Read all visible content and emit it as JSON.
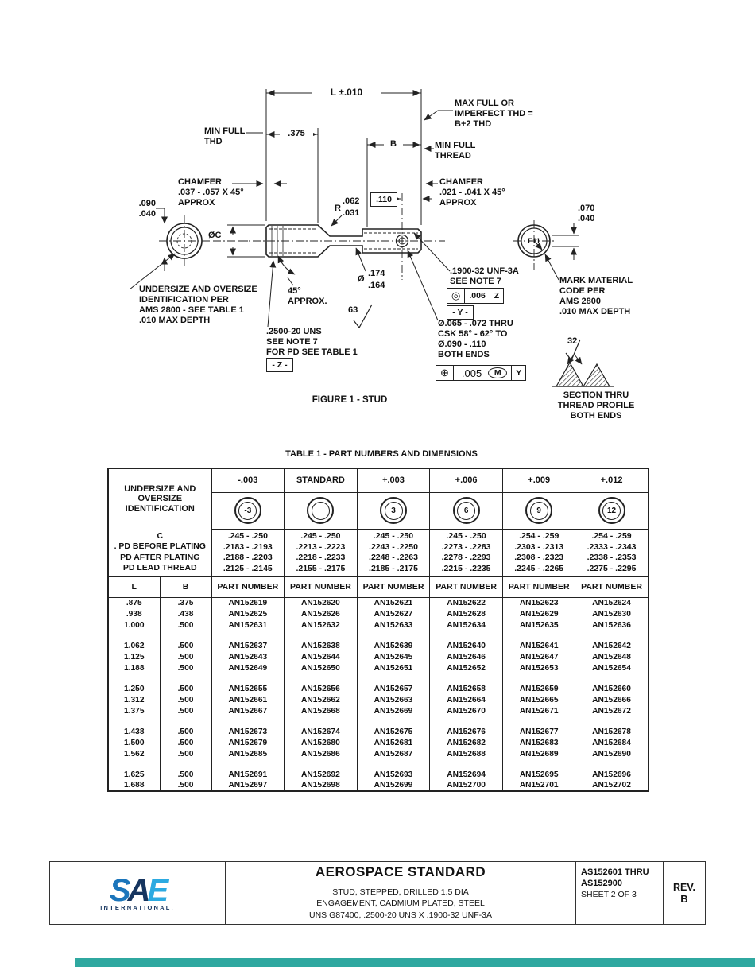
{
  "accent_bar_color": "#2fa8a0",
  "drawing": {
    "dim_L": "L ±.010",
    "max_full_thd": "MAX FULL OR\nIMPERFECT THD =\nB+2 THD",
    "min_full_thd_left": "MIN FULL\nTHD",
    "dim_375": ".375",
    "dim_B": "B",
    "min_full_thread_right": "MIN FULL\nTHREAD",
    "chamfer_left": "CHAMFER\n.037 - .057 X 45°\nAPPROX",
    "radius_letter": "R",
    "radius_max": ".062",
    "radius_min": ".031",
    "dim_110": ".110",
    "chamfer_right": "CHAMFER\n.021 - .041 X 45°\nAPPROX",
    "dim_090_040": ".090\n.040",
    "dim_070_040": ".070\n.040",
    "dia_C": "ØC",
    "mark_code": "E11",
    "undersize_note": "UNDERSIZE AND OVERSIZE\nIDENTIFICATION PER\nAMS 2800 - SEE TABLE 1\n.010 MAX DEPTH",
    "angle_45": "45°\nAPPROX.",
    "finish_63": "63",
    "uns_note": ".2500-20 UNS\nSEE NOTE 7\nFOR PD SEE TABLE 1",
    "datum_z": "- Z -",
    "dia_symbol": "Ø",
    "neck_dia_max": ".174",
    "neck_dia_min": ".164",
    "unf_note": ".1900-32 UNF-3A\nSEE NOTE 7",
    "fcf_runout": {
      "symbol": "◎",
      "tol": ".006",
      "datum": "Z"
    },
    "datum_y": "- Y -",
    "hole_note": "Ø.065 - .072 THRU\nCSK 58° - 62° TO\nØ.090 - .110\nBOTH ENDS",
    "fcf_position": {
      "symbol": "⊕",
      "tol": ".005",
      "modifier": "M",
      "datum": "Y"
    },
    "mark_note": "MARK MATERIAL\nCODE PER\nAMS 2800\n.010 MAX DEPTH",
    "finish_32": "32",
    "section_note": "SECTION THRU\nTHREAD PROFILE\nBOTH ENDS",
    "figure_caption": "FIGURE 1 - STUD"
  },
  "table1": {
    "title": "TABLE 1 - PART NUMBERS AND DIMENSIONS",
    "id_header": "UNDERSIZE AND\nOVERSIZE\nIDENTIFICATION",
    "size_columns": [
      "-.003",
      "STANDARD",
      "+.003",
      "+.006",
      "+.009",
      "+.012"
    ],
    "id_symbols": [
      "-3",
      "",
      "3",
      "6",
      "9",
      "12"
    ],
    "id_underlined": [
      3,
      4
    ],
    "dim_rows": [
      {
        "label": "C",
        "values": [
          ".245 - .250",
          ".245 - .250",
          ".245 - .250",
          ".245 - .250",
          ".254 - .259",
          ".254 - .259"
        ]
      },
      {
        "label": ". PD BEFORE PLATING",
        "values": [
          ".2183 - .2193",
          ".2213 - .2223",
          ".2243 - .2250",
          ".2273 - .2283",
          ".2303 - .2313",
          ".2333 - .2343"
        ]
      },
      {
        "label": "PD AFTER PLATING",
        "values": [
          ".2188 - .2203",
          ".2218 - .2233",
          ".2248 - .2263",
          ".2278 - .2293",
          ".2308 - .2323",
          ".2338 - .2353"
        ]
      },
      {
        "label": "PD LEAD THREAD",
        "values": [
          ".2125 - .2145",
          ".2155 - .2175",
          ".2185 - .2175",
          ".2215 - .2235",
          ".2245 - .2265",
          ".2275 - .2295"
        ]
      }
    ],
    "lb_header": {
      "l": "L",
      "b": "B",
      "part": "PART NUMBER"
    },
    "groups": [
      [
        {
          "l": ".875",
          "b": ".375",
          "parts": [
            "AN152619",
            "AN152620",
            "AN152621",
            "AN152622",
            "AN152623",
            "AN152624"
          ]
        },
        {
          "l": ".938",
          "b": ".438",
          "parts": [
            "AN152625",
            "AN152626",
            "AN152627",
            "AN152628",
            "AN152629",
            "AN152630"
          ]
        },
        {
          "l": "1.000",
          "b": ".500",
          "parts": [
            "AN152631",
            "AN152632",
            "AN152633",
            "AN152634",
            "AN152635",
            "AN152636"
          ]
        }
      ],
      [
        {
          "l": "1.062",
          "b": ".500",
          "parts": [
            "AN152637",
            "AN152638",
            "AN152639",
            "AN152640",
            "AN152641",
            "AN152642"
          ]
        },
        {
          "l": "1.125",
          "b": ".500",
          "parts": [
            "AN152643",
            "AN152644",
            "AN152645",
            "AN152646",
            "AN152647",
            "AN152648"
          ]
        },
        {
          "l": "1.188",
          "b": ".500",
          "parts": [
            "AN152649",
            "AN152650",
            "AN152651",
            "AN152652",
            "AN152653",
            "AN152654"
          ]
        }
      ],
      [
        {
          "l": "1.250",
          "b": ".500",
          "parts": [
            "AN152655",
            "AN152656",
            "AN152657",
            "AN152658",
            "AN152659",
            "AN152660"
          ]
        },
        {
          "l": "1.312",
          "b": ".500",
          "parts": [
            "AN152661",
            "AN152662",
            "AN152663",
            "AN152664",
            "AN152665",
            "AN152666"
          ]
        },
        {
          "l": "1.375",
          "b": ".500",
          "parts": [
            "AN152667",
            "AN152668",
            "AN152669",
            "AN152670",
            "AN152671",
            "AN152672"
          ]
        }
      ],
      [
        {
          "l": "1.438",
          "b": ".500",
          "parts": [
            "AN152673",
            "AN152674",
            "AN152675",
            "AN152676",
            "AN152677",
            "AN152678"
          ]
        },
        {
          "l": "1.500",
          "b": ".500",
          "parts": [
            "AN152679",
            "AN152680",
            "AN152681",
            "AN152682",
            "AN152683",
            "AN152684"
          ]
        },
        {
          "l": "1.562",
          "b": ".500",
          "parts": [
            "AN152685",
            "AN152686",
            "AN152687",
            "AN152688",
            "AN152689",
            "AN152690"
          ]
        }
      ],
      [
        {
          "l": "1.625",
          "b": ".500",
          "parts": [
            "AN152691",
            "AN152692",
            "AN152693",
            "AN152694",
            "AN152695",
            "AN152696"
          ]
        },
        {
          "l": "1.688",
          "b": ".500",
          "parts": [
            "AN152697",
            "AN152698",
            "AN152699",
            "AN152700",
            "AN152701",
            "AN152702"
          ]
        }
      ]
    ]
  },
  "footer": {
    "logo": {
      "s": "S",
      "a": "A",
      "e": "E",
      "sub": "INTERNATIONAL."
    },
    "title": "AEROSPACE STANDARD",
    "subtitle_1": "STUD, STEPPED, DRILLED 1.5 DIA",
    "subtitle_2": "ENGAGEMENT, CADMIUM PLATED, STEEL",
    "subtitle_3": "UNS G87400, .2500-20 UNS X .1900-32 UNF-3A",
    "doc_range_1": "AS152601 THRU",
    "doc_range_2": "AS152900",
    "sheet": "SHEET 2 OF 3",
    "rev_label": "REV.",
    "rev_value": "B"
  }
}
